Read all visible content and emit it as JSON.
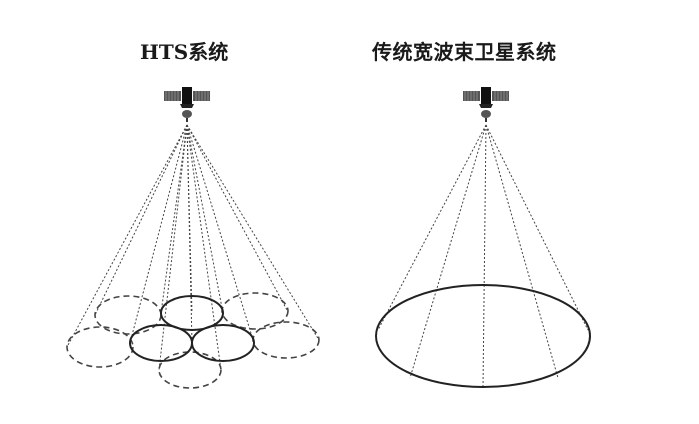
{
  "diagram": {
    "left_panel": {
      "title": "HTS系统",
      "satellite_icon": "satellite-icon",
      "beam_count_solid": 3,
      "beam_count_dashed": 5,
      "beam_style": "multiple spot beams"
    },
    "right_panel": {
      "title": "传统宽波束卫星系统",
      "satellite_icon": "satellite-icon",
      "beam_count_solid": 1,
      "beam_style": "single wide beam"
    },
    "colors": {
      "line": "#333333",
      "background": "#ffffff"
    }
  }
}
